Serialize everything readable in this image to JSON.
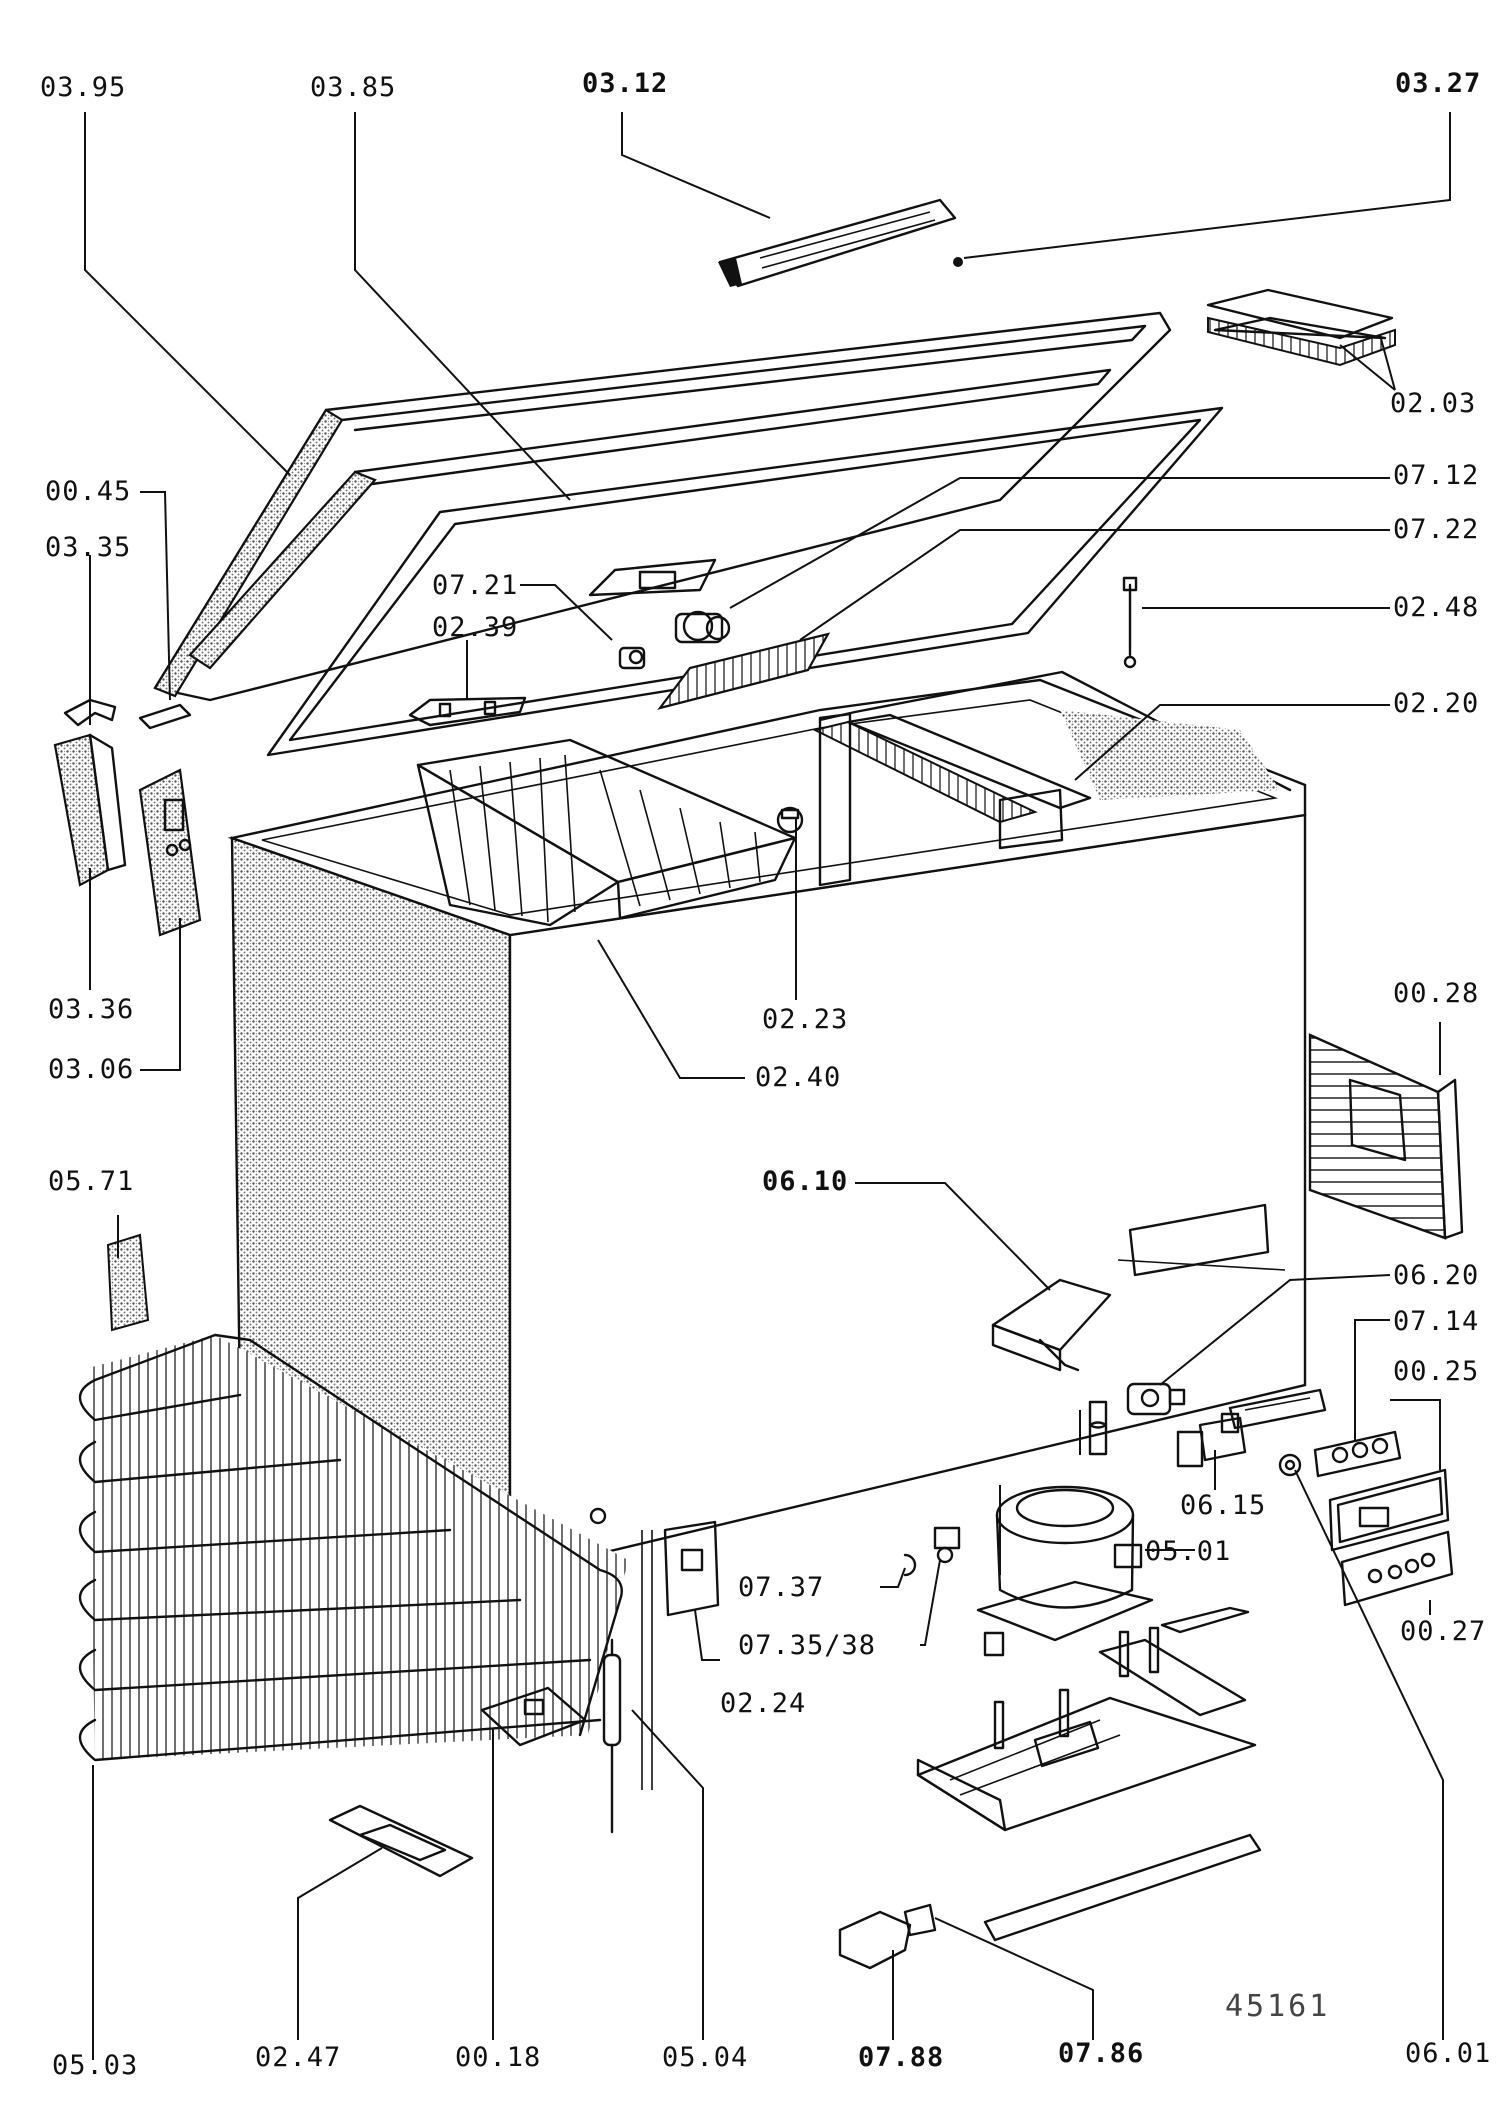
{
  "diagram": {
    "reference_code": "45161",
    "colors": {
      "ink": "#111111",
      "background": "#ffffff",
      "stipple": "#7a7a7a"
    },
    "parts": [
      {
        "id": "03.95"
      },
      {
        "id": "03.85"
      },
      {
        "id": "03.12"
      },
      {
        "id": "03.27"
      },
      {
        "id": "02.03"
      },
      {
        "id": "07.12"
      },
      {
        "id": "07.22"
      },
      {
        "id": "02.48"
      },
      {
        "id": "02.20"
      },
      {
        "id": "00.45"
      },
      {
        "id": "03.35"
      },
      {
        "id": "07.21"
      },
      {
        "id": "02.39"
      },
      {
        "id": "03.36"
      },
      {
        "id": "03.06"
      },
      {
        "id": "02.23"
      },
      {
        "id": "02.40"
      },
      {
        "id": "00.28"
      },
      {
        "id": "05.71"
      },
      {
        "id": "06.10"
      },
      {
        "id": "06.20"
      },
      {
        "id": "07.14"
      },
      {
        "id": "00.25"
      },
      {
        "id": "06.15"
      },
      {
        "id": "05.01"
      },
      {
        "id": "07.37"
      },
      {
        "id": "07.35/38"
      },
      {
        "id": "02.24"
      },
      {
        "id": "00.27"
      },
      {
        "id": "05.03"
      },
      {
        "id": "02.47"
      },
      {
        "id": "00.18"
      },
      {
        "id": "05.04"
      },
      {
        "id": "07.88"
      },
      {
        "id": "07.86"
      },
      {
        "id": "06.01"
      }
    ]
  }
}
